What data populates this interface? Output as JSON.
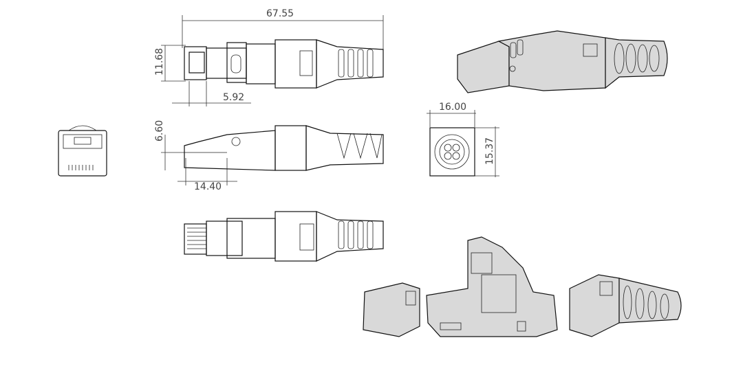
{
  "dimensions": {
    "overall_length": "67.55",
    "top_height": "11.68",
    "latch_offset": "5.92",
    "side_height": "6.60",
    "plug_length": "14.40",
    "rear_width": "16.00",
    "rear_height": "15.37"
  }
}
